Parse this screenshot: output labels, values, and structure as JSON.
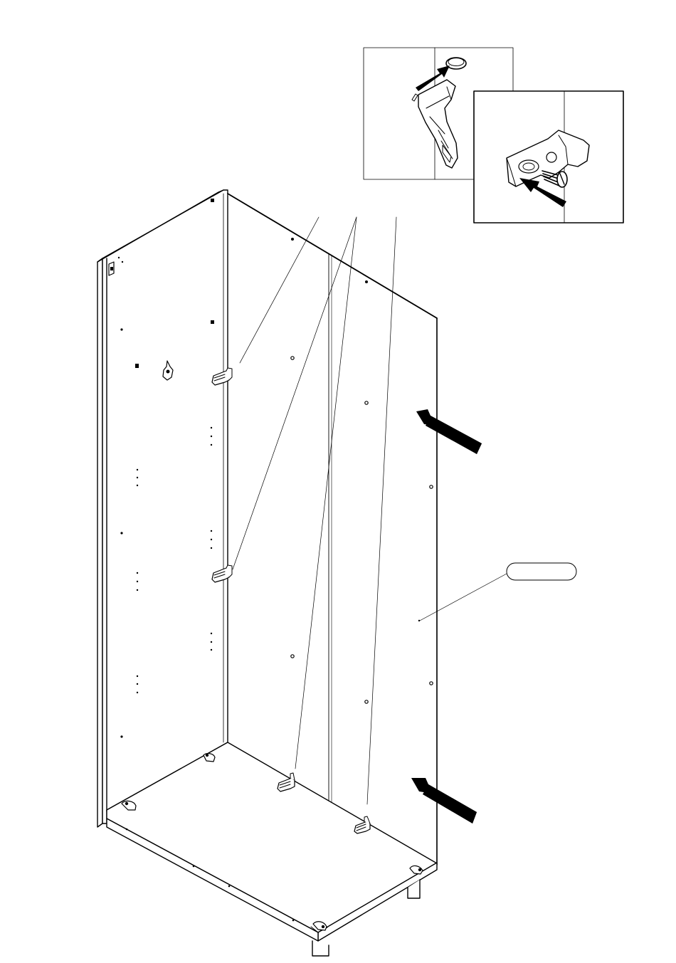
{
  "page": {
    "background": "#ffffff",
    "line_color": "#000000",
    "fill_color": "#ffffff"
  },
  "diagram": {
    "type": "assembly-instruction",
    "part_label": "",
    "detail_views": [
      {
        "name": "detail-connector-cap",
        "icons": [
          "cap-disc-icon",
          "connector-bracket-icon",
          "insert-arrow-icon"
        ]
      },
      {
        "name": "detail-connector-screw",
        "icons": [
          "screw-icon",
          "connector-bracket-icon",
          "insert-arrow-icon"
        ]
      }
    ],
    "callouts": [
      "leader-line-top-connector",
      "leader-line-mid-connector",
      "leader-line-bottom-connector-1",
      "leader-line-bottom-connector-2",
      "leader-line-part-label"
    ],
    "arrows": [
      "push-arrow-upper",
      "push-arrow-lower"
    ]
  }
}
